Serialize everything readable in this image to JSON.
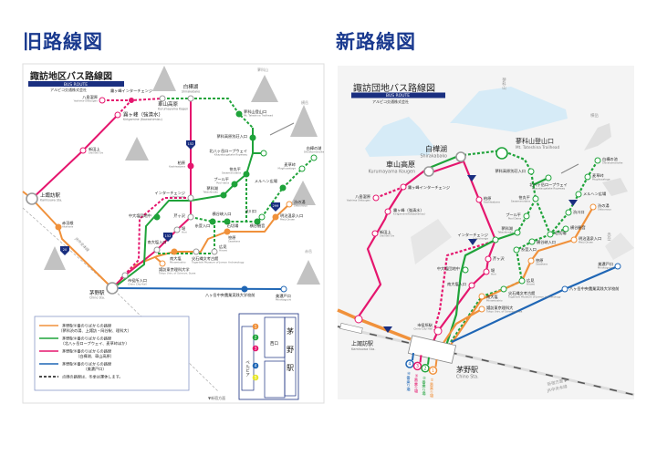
{
  "headings": {
    "old": "旧路線図",
    "new": "新路線図"
  },
  "colors": {
    "orange": "#f0913b",
    "green": "#1fa33a",
    "pink": "#e5166e",
    "blue": "#1f66b5",
    "yellow": "#e6e62a",
    "navy": "#1a2f80",
    "heading": "#1a3a8f"
  },
  "old_map": {
    "title": "諏訪地区バス路線図",
    "subtitle": "BUS ROUTE",
    "company": "アルピコ交通株式会社",
    "mountains": [
      "蓼科山",
      "横岳",
      "赤岳"
    ],
    "routes": [
      "152",
      "299",
      "20"
    ],
    "rail_label": "JR中央本線",
    "direction": "▼新宿方面",
    "stops": [
      {
        "ja": "八島湿原",
        "en": "Yashima-Shitsugen"
      },
      {
        "ja": "霧ヶ峰インターチェンジ",
        "en": ""
      },
      {
        "ja": "車山高原",
        "en": "Kurumayama Kogen"
      },
      {
        "ja": "白樺湖",
        "en": "Shirakabako"
      },
      {
        "ja": "霧ヶ峰（強清水）",
        "en": "Kirigamine (Kowashimizu)"
      },
      {
        "ja": "新田上",
        "en": "Shinden Ue"
      },
      {
        "ja": "上諏訪駅",
        "en": "Kamisuwa Sta."
      },
      {
        "ja": "柏原",
        "en": "Kashiwabara"
      },
      {
        "ja": "インターチェンジ",
        "en": "Interchange"
      },
      {
        "ja": "芹ヶ沢",
        "en": ""
      },
      {
        "ja": "蓼科山登山口",
        "en": "Mt. Tateshina Trailhead"
      },
      {
        "ja": "蓼科高原別荘入口",
        "en": ""
      },
      {
        "ja": "北八ヶ岳ロープウェイ",
        "en": "Kitayatsugatake Ropeway"
      },
      {
        "ja": "笹丸平",
        "en": "Sasamarudaira"
      },
      {
        "ja": "プール平",
        "en": "Pool-daira"
      },
      {
        "ja": "蓼科湖",
        "en": "Tateshinako"
      },
      {
        "ja": "白樺の湖",
        "en": "Shirakomanoike"
      },
      {
        "ja": "麦草峠",
        "en": "Mugikusatoge"
      },
      {
        "ja": "メルヘン広場",
        "en": ""
      },
      {
        "ja": "渋川口",
        "en": ""
      },
      {
        "ja": "渋の湯",
        "en": "Shibunoyu"
      },
      {
        "ja": "明治温泉入口",
        "en": "Meiji Onsen"
      },
      {
        "ja": "中大塩団地中",
        "en": ""
      },
      {
        "ja": "赤羽根",
        "en": "Akahane"
      },
      {
        "ja": "堀",
        "en": "Hori"
      },
      {
        "ja": "南大塩入口",
        "en": ""
      },
      {
        "ja": "糸萱入口",
        "en": ""
      },
      {
        "ja": "石切場",
        "en": ""
      },
      {
        "ja": "横谷観音",
        "en": ""
      },
      {
        "ja": "笹原",
        "en": "Sasahara"
      },
      {
        "ja": "広見",
        "en": "Hiromi"
      },
      {
        "ja": "尖石縄文考古館",
        "en": "Togariishi Museum of Jomon Archaeology"
      },
      {
        "ja": "南大塩",
        "en": "Minamioshio"
      },
      {
        "ja": "諏訪東京理科大学",
        "en": "Tokyo Univ. of Science, Suwa"
      },
      {
        "ja": "市役所入口",
        "en": "Chino City Hall"
      },
      {
        "ja": "茅野駅",
        "en": "Chino Sta."
      },
      {
        "ja": "八ヶ岳中央農業実践大学校前",
        "en": ""
      },
      {
        "ja": "美濃戸口",
        "en": "Minotoguchi"
      },
      {
        "ja": "横谷峡入口",
        "en": ""
      }
    ],
    "legend": [
      {
        "label": "茅野駅①番のりばからの路線",
        "detail": "（蓼科渋の湯、上諏訪・岡谷駅、理科大）"
      },
      {
        "label": "茅野駅②番のりばからの路線",
        "detail": "（北八ヶ岳ロープウェイ、麦草峠ほか）"
      },
      {
        "label": "茅野駅③番のりばからの路線",
        "detail": "（白樺湖、車山高原）"
      },
      {
        "label": "茅野駅④番のりばからの路線",
        "detail": "（美濃戸口）"
      },
      {
        "label": "点線の路線は、冬季は運休します。",
        "detail": ""
      }
    ],
    "inset": {
      "station": "茅野駅",
      "west_exit": "西口",
      "building": "ベルビア",
      "platforms": [
        "1",
        "2",
        "3",
        "4",
        "5"
      ]
    }
  },
  "new_map": {
    "title": "諏訪団地バス路線図",
    "subtitle": "BUS ROUTE",
    "company": "アルピコ交通株式会社",
    "mountains": [
      "蓼科山",
      "横岳",
      "赤岳"
    ],
    "rail_label": "JR中央本線",
    "direction": "新宿方面 ▶",
    "platform_labels": [
      "④番乗り場",
      "③番乗り場",
      "②番乗り場",
      "①番乗り場"
    ],
    "platform_numbers": [
      "4",
      "3",
      "2",
      "1"
    ],
    "stops": [
      {
        "ja": "白樺湖",
        "en": "Shirakabako"
      },
      {
        "ja": "車山高原",
        "en": "Kurumayama Kougen"
      },
      {
        "ja": "蓼科山登山口",
        "en": "Mt. Tateshina Trailhead"
      },
      {
        "ja": "霧ヶ峰インターチェンジ",
        "en": ""
      },
      {
        "ja": "八島湿原",
        "en": "Yashima Shitsugen"
      },
      {
        "ja": "霧ヶ峰（強清水）",
        "en": "Kirigamine(Kowashimizu)"
      },
      {
        "ja": "柏原",
        "en": "Kashiwabara"
      },
      {
        "ja": "蓼科高原別荘入口",
        "en": ""
      },
      {
        "ja": "北八ヶ岳ロープウェイ",
        "en": "Kitayatsugatake Ropeway"
      },
      {
        "ja": "白樺の池",
        "en": "Shirakomanoike"
      },
      {
        "ja": "麦草峠",
        "en": "Mugikusatoge"
      },
      {
        "ja": "メルヘン広場",
        "en": ""
      },
      {
        "ja": "笹丸平",
        "en": "Sasamarudaira"
      },
      {
        "ja": "プール平",
        "en": "Pool Daira"
      },
      {
        "ja": "渋川口",
        "en": ""
      },
      {
        "ja": "渋の湯",
        "en": "Shibunoyu"
      },
      {
        "ja": "新田上",
        "en": "Shinden Ue"
      },
      {
        "ja": "蓼科湖",
        "en": "Tateshinako"
      },
      {
        "ja": "インターチェンジ",
        "en": "Interchange"
      },
      {
        "ja": "石切場",
        "en": ""
      },
      {
        "ja": "横谷観音",
        "en": ""
      },
      {
        "ja": "明治温泉入口",
        "en": "Meiji Onsen"
      },
      {
        "ja": "糸萱入口",
        "en": ""
      },
      {
        "ja": "横谷峡入口",
        "en": ""
      },
      {
        "ja": "芹ヶ沢",
        "en": ""
      },
      {
        "ja": "笹原",
        "en": "Sasahara"
      },
      {
        "ja": "中大塩団地中",
        "en": ""
      },
      {
        "ja": "堀",
        "en": "Hori"
      },
      {
        "ja": "美濃戸口",
        "en": "Minotoguchi"
      },
      {
        "ja": "南大塩入口",
        "en": ""
      },
      {
        "ja": "広見",
        "en": "Hiromi"
      },
      {
        "ja": "八ヶ岳中央農業実践大学校前",
        "en": ""
      },
      {
        "ja": "尖石縄文考古館",
        "en": "Togariishi Museum of Jomon Archaeology"
      },
      {
        "ja": "南大塩",
        "en": "Minamioshio"
      },
      {
        "ja": "諏訪東京理科大",
        "en": "Tokyo Univ. of Science,Suwa"
      },
      {
        "ja": "上諏訪駅",
        "en": "Kamisuwa Sta."
      },
      {
        "ja": "市役所駅",
        "en": "Chino City Hall"
      },
      {
        "ja": "茅野駅",
        "en": "Chino Sta."
      }
    ]
  }
}
